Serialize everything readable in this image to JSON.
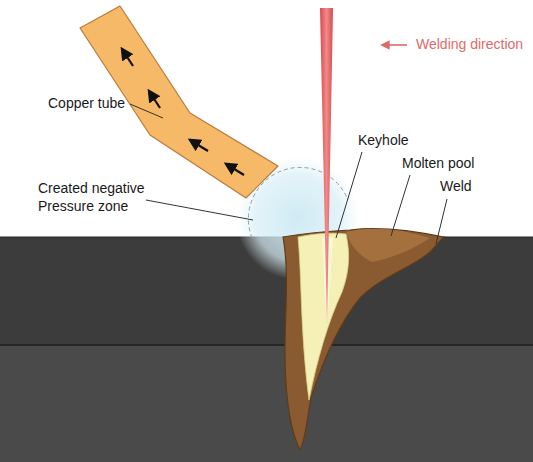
{
  "diagram": {
    "labels": [
      "Copper tube",
      "Created negative Pressure zone",
      "Welding direction",
      "Keyhole",
      "Molten pool",
      "Weld"
    ]
  }
}
